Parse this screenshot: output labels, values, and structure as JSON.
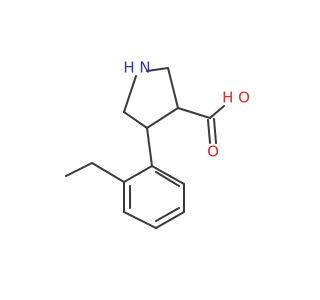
{
  "molecule": {
    "atoms": {
      "amine": {
        "label": "H N",
        "color": "#3333aa"
      },
      "hydroxyl": {
        "label": "H O",
        "color": "#e8262b"
      },
      "carbonyl": {
        "label": "O",
        "color": "#e8262b"
      }
    },
    "colors": {
      "bond": "#3a3a3a",
      "heteroatom_O": "#e8262b",
      "heteroatom_N": "#3333aa"
    }
  }
}
